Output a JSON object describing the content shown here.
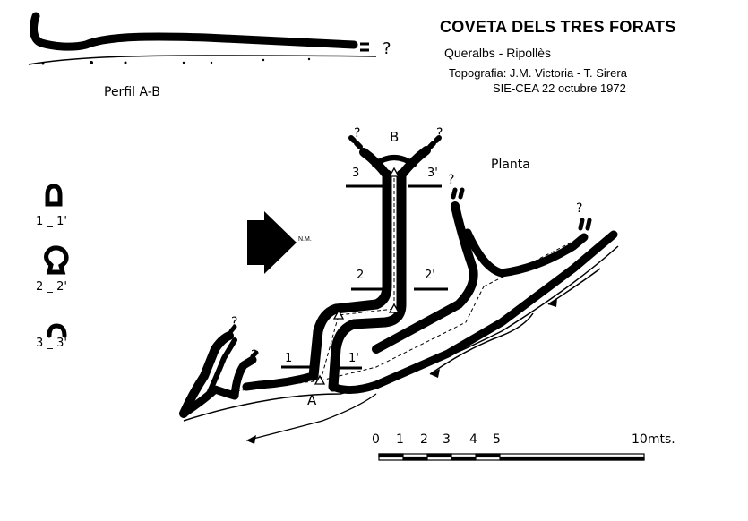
{
  "header": {
    "title": "COVETA DELS TRES FORATS",
    "location": "Queralbs - Ripollès",
    "topography": "Topografia: J.M. Victoria - T. Sirera",
    "group_date": "SIE-CEA   22 octubre 1972"
  },
  "profile": {
    "label": "Perfil A-B",
    "unknown_mark": "?"
  },
  "plan": {
    "label": "Planta",
    "north_label": "N.M.",
    "point_a": "A",
    "point_b": "B",
    "unknown_mark": "?"
  },
  "sections": [
    {
      "left": "1",
      "sep": "_",
      "right": "1'"
    },
    {
      "left": "2",
      "sep": "_",
      "right": "2'"
    },
    {
      "left": "3",
      "sep": "_",
      "right": "3'"
    }
  ],
  "section_marks": {
    "s3_left": "3",
    "s3_right": "3'",
    "s2_left": "2",
    "s2_right": "2'",
    "s1_left": "1",
    "s1_right": "1'"
  },
  "scale": {
    "ticks": [
      "0",
      "1",
      "2",
      "3",
      "4",
      "5"
    ],
    "end_label": "10mts."
  },
  "colors": {
    "ink": "#000000",
    "paper": "#ffffff"
  }
}
